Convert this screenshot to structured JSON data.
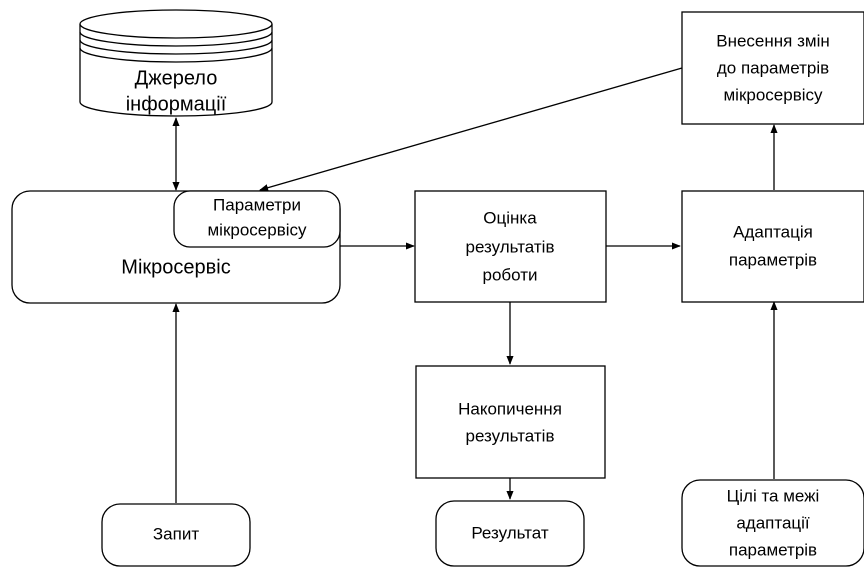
{
  "nodes": {
    "source": {
      "lines": [
        "Джерело",
        "інформації"
      ]
    },
    "microservice": {
      "label": "Мікросервіс"
    },
    "params": {
      "lines": [
        "Параметри",
        "мікросервісу"
      ]
    },
    "evaluation": {
      "lines": [
        "Оцінка",
        "результатів",
        "роботи"
      ]
    },
    "adaptation": {
      "lines": [
        "Адаптація",
        "параметрів"
      ]
    },
    "changes": {
      "lines": [
        "Внесення змін",
        "до параметрів",
        "мікросервісу"
      ]
    },
    "accumulation": {
      "lines": [
        "Накопичення",
        "результатів"
      ]
    },
    "request": {
      "label": "Запит"
    },
    "result": {
      "label": "Результат"
    },
    "goals": {
      "lines": [
        "Цілі та межі",
        "адаптації",
        "параметрів"
      ]
    }
  },
  "edges": [
    {
      "from": "source",
      "to": "microservice",
      "direction": "both"
    },
    {
      "from": "request",
      "to": "microservice",
      "direction": "forward"
    },
    {
      "from": "microservice",
      "to": "evaluation",
      "direction": "forward"
    },
    {
      "from": "evaluation",
      "to": "adaptation",
      "direction": "forward"
    },
    {
      "from": "evaluation",
      "to": "accumulation",
      "direction": "forward"
    },
    {
      "from": "accumulation",
      "to": "result",
      "direction": "forward"
    },
    {
      "from": "goals",
      "to": "adaptation",
      "direction": "forward"
    },
    {
      "from": "adaptation",
      "to": "changes",
      "direction": "forward"
    },
    {
      "from": "changes",
      "to": "params",
      "direction": "forward"
    }
  ]
}
